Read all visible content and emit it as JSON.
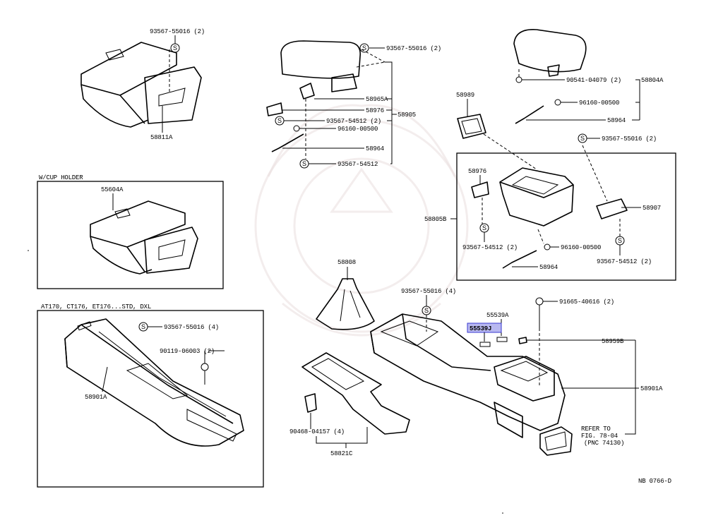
{
  "labels": {
    "l1": "93567-55016 (2)",
    "l2": "58811A",
    "l3": "93567-55016 (2)",
    "l4": "58965A",
    "l5": "58976",
    "l6": "93567-54512 (2)",
    "l7": "96160-00500",
    "l8": "58964",
    "l9": "93567-54512",
    "l10": "58905",
    "l11": "90541-04079 (2)",
    "l12": "58804A",
    "l13": "96160-00500",
    "l14": "58964",
    "l15": "58989",
    "l16": "93567-55016 (2)",
    "l17": "58976",
    "l18": "58907",
    "l19": "58805B",
    "l20": "93567-54512 (2)",
    "l21": "96160-00500",
    "l22": "58964",
    "l23": "93567-54512 (2)",
    "l24": "W/CUP HOLDER",
    "l25": "55604A",
    "l26": "AT170, CT176, ET176...STD, DXL",
    "l27": "93567-55016 (4)",
    "l28": "90119-06003 (2)",
    "l29": "58901A",
    "l30": "58808",
    "l31": "93567-55016 (4)",
    "l32": "55539A",
    "l33": "55539J",
    "l34": "91665-40616 (2)",
    "l35": "58959B",
    "l36": "58901A",
    "l37": "REFER TO",
    "l38": "FIG. 78-04",
    "l39": "(PNC 74130)",
    "l40": "90468-04157 (4)",
    "l41": "58821C",
    "l42": "NB 0766-D"
  },
  "colors": {
    "highlight_fill": "#b8b8f0",
    "highlight_stroke": "#3a3ad0",
    "watermark": "#eadede"
  }
}
